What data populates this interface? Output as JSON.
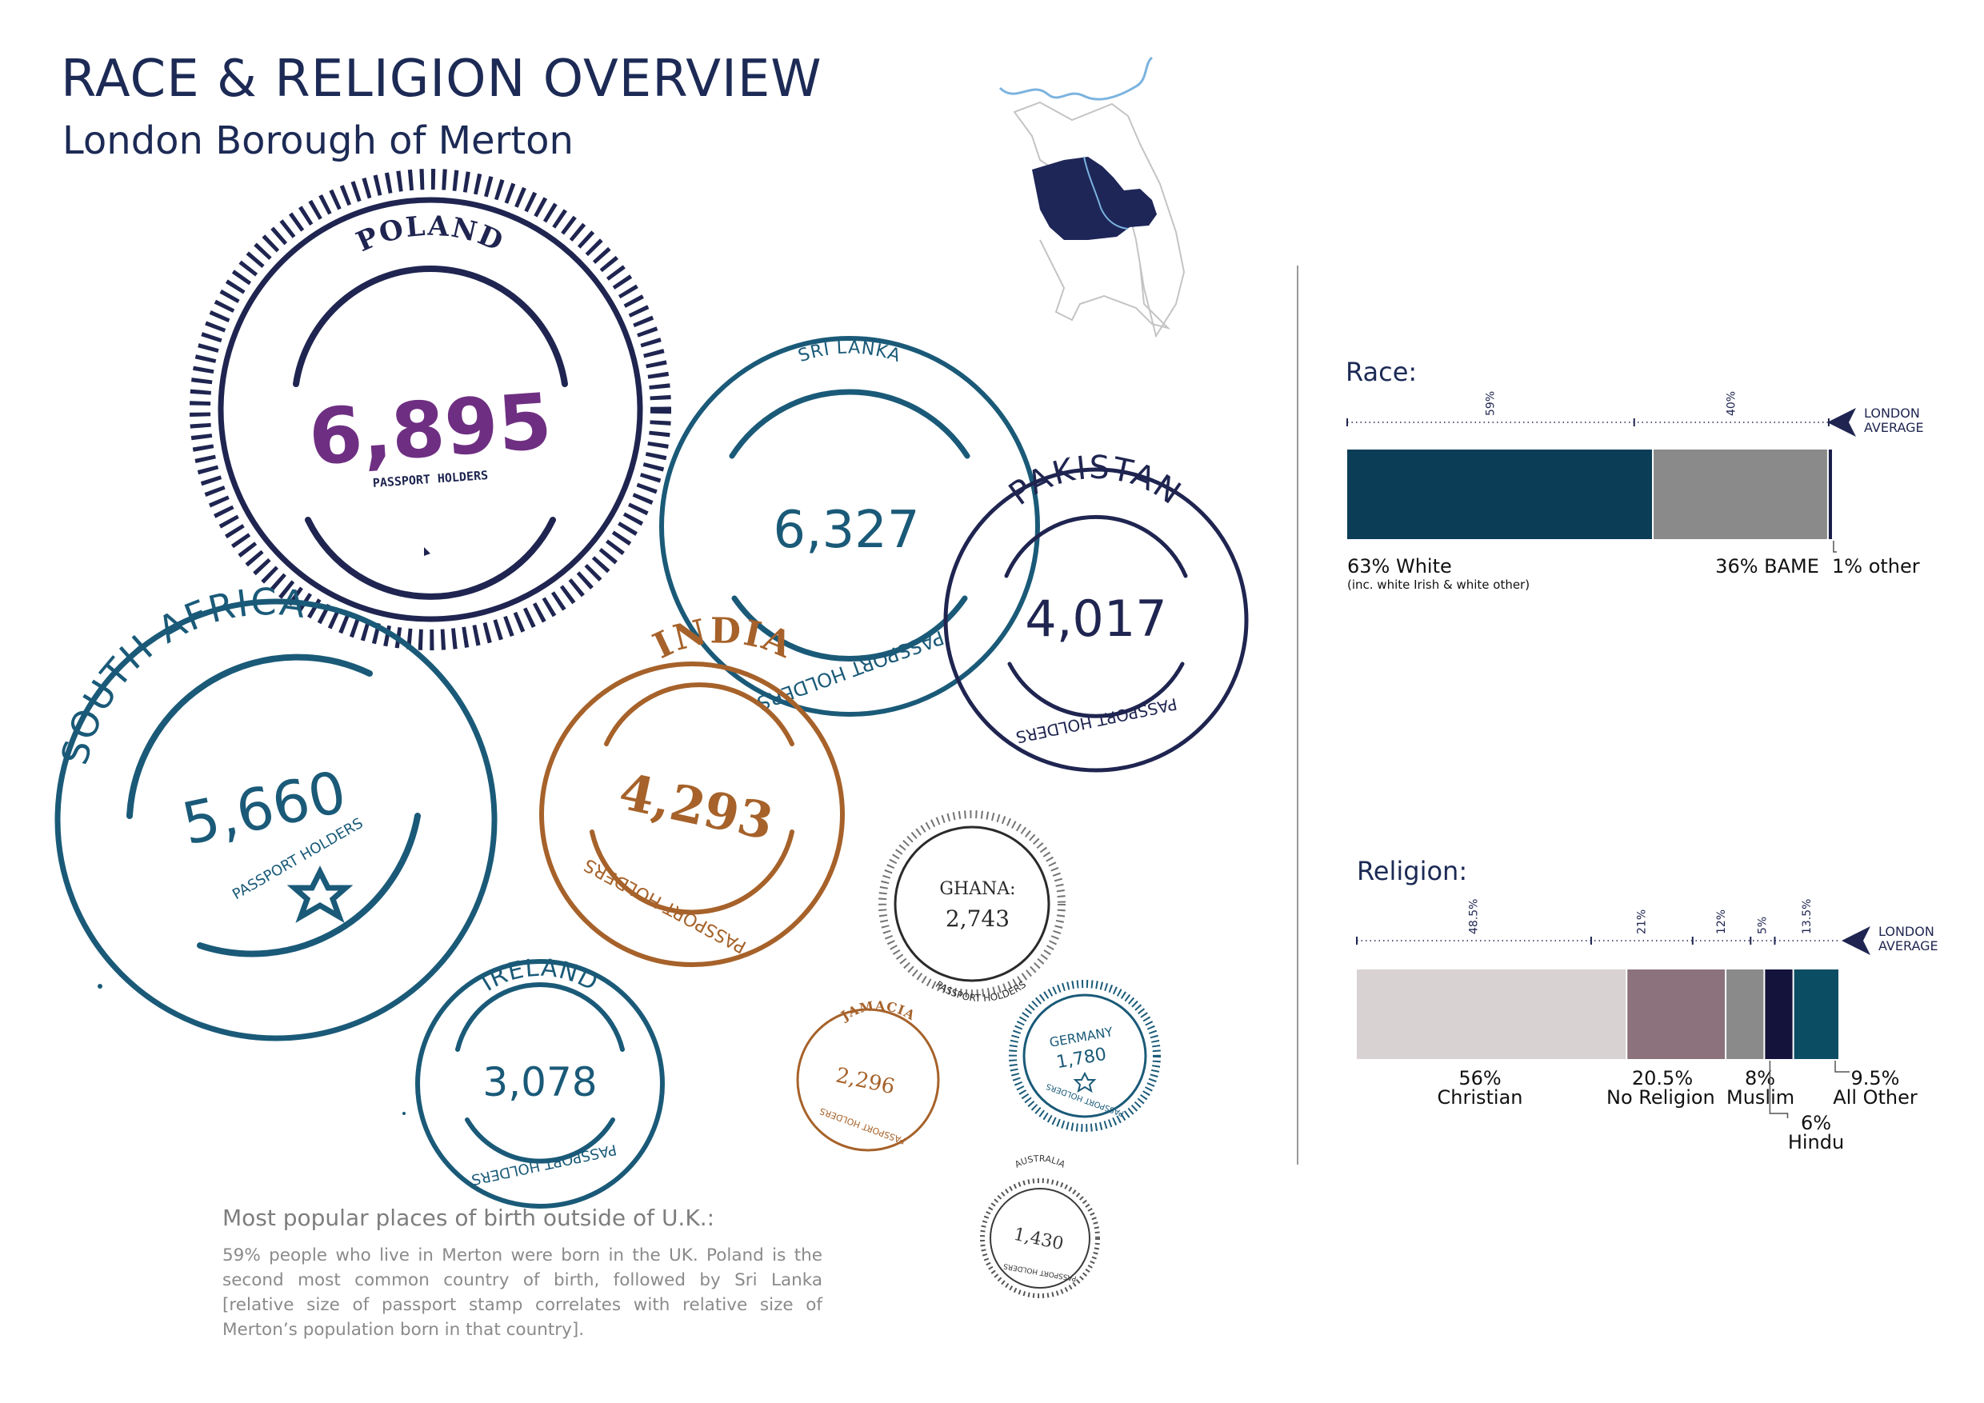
{
  "header": {
    "title": "RACE & RELIGION OVERVIEW",
    "subtitle": "London Borough of Merton"
  },
  "stamps": [
    {
      "country": "POLAND",
      "value": "6,895",
      "caption": "PASSPORT HOLDERS",
      "color": "#1f2550",
      "value_color": "#6e2f82"
    },
    {
      "country": "SRI LANKA",
      "value": "6,327",
      "caption": "PASSPORT HOLDERS",
      "color": "#1a5a78"
    },
    {
      "country": "PAKISTAN",
      "value": "4,017",
      "caption": "PASSPORT HOLDERS",
      "color": "#1f2550"
    },
    {
      "country": "SOUTH AFRICA",
      "value": "5,660",
      "caption": "PASSPORT HOLDERS",
      "color": "#1a5a78"
    },
    {
      "country": "INDIA",
      "value": "4,293",
      "caption": "PASSPORT HOLDERS",
      "color": "#a6622a"
    },
    {
      "country": "GHANA:",
      "value": "2,743",
      "caption": "PASSPORT HOLDERS",
      "color": "#2a2a2a"
    },
    {
      "country": "IRELAND",
      "value": "3,078",
      "caption": "PASSPORT HOLDERS",
      "color": "#1a5a78"
    },
    {
      "country": "JAMACIA",
      "value": "2,296",
      "caption": "PASSPORT HOLDERS",
      "color": "#a6622a"
    },
    {
      "country": "GERMANY",
      "value": "1,780",
      "caption": "PASSPORT HOLDERS",
      "color": "#1a5a78"
    },
    {
      "country": "AUSTRALIA",
      "value": "1,430",
      "caption": "PASSPORT HOLDERS",
      "color": "#3a3a3a"
    }
  ],
  "notes": {
    "heading": "Most popular places of birth outside of U.K.:",
    "body": "59% people who live in Merton were born in the UK. Poland is the second most common country of birth, followed by Sri Lanka [relative size of passport stamp correlates with relative size of Merton’s population born in that country]."
  },
  "chart_data": [
    {
      "type": "bar",
      "title": "Race:",
      "orientation": "horizontal-stacked",
      "average_label": "LONDON AVERAGE",
      "london_average": {
        "labels": [
          "59%",
          "40%"
        ],
        "values": [
          59,
          40,
          1
        ]
      },
      "series": [
        {
          "label": "63% White",
          "sublabel": "(inc. white Irish & white other)",
          "value": 63,
          "color": "#0b3d57"
        },
        {
          "label": "36% BAME",
          "value": 36,
          "color": "#8a8a8a"
        },
        {
          "label": "1% other",
          "value": 1,
          "color": "#1a1f4a"
        }
      ]
    },
    {
      "type": "bar",
      "title": "Religion:",
      "orientation": "horizontal-stacked",
      "average_label": "LONDON AVERAGE",
      "london_average": {
        "labels": [
          "48.5%",
          "21%",
          "12%",
          "5%",
          "13.5%"
        ],
        "values": [
          48.5,
          21,
          12,
          5,
          13.5
        ]
      },
      "series": [
        {
          "value": 56,
          "pct": "56%",
          "name": "Christian",
          "color": "#d9d2d2"
        },
        {
          "value": 20.5,
          "pct": "20.5%",
          "name": "No Religion",
          "color": "#8c727d"
        },
        {
          "value": 8,
          "pct": "8%",
          "name": "Muslim",
          "color": "#8a8a8a"
        },
        {
          "value": 6,
          "pct": "6%",
          "name": "Hindu",
          "color": "#14133b"
        },
        {
          "value": 9.5,
          "pct": "9.5%",
          "name": "All Other",
          "color": "#0b4d63"
        }
      ]
    }
  ]
}
